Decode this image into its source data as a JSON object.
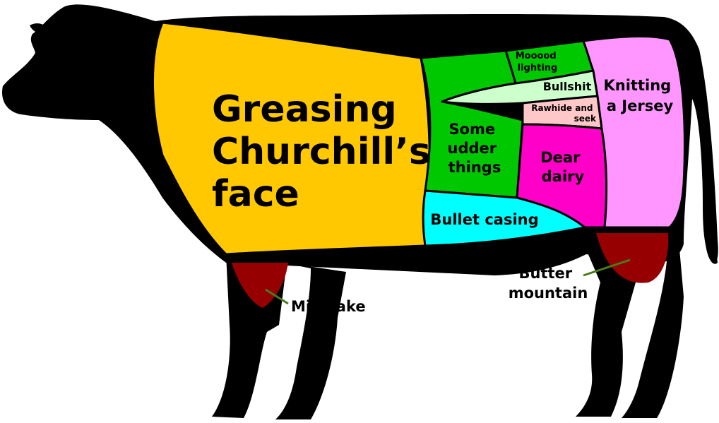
{
  "colors": {
    "silhouette": "#000000",
    "background": "#ffffff",
    "leader_line": "#4a7a1e"
  },
  "regions": {
    "greasing": {
      "lines": [
        "Greasing",
        "Churchill’s",
        "face"
      ],
      "color": "#ffc800"
    },
    "udder": {
      "lines": [
        "Some",
        "udder",
        "things"
      ],
      "color": "#00c800"
    },
    "moood": {
      "lines": [
        "Mooood",
        "lighting"
      ],
      "color": "#00c800"
    },
    "bullshit": {
      "lines": [
        "Bullshit"
      ],
      "color": "#ccffcc"
    },
    "rawhide": {
      "lines": [
        "Rawhide and",
        "seek"
      ],
      "color": "#ffc8c8"
    },
    "dairy": {
      "lines": [
        "Dear",
        "dairy"
      ],
      "color": "#ff00c8"
    },
    "jersey": {
      "lines": [
        "Knitting",
        "a Jersey"
      ],
      "color": "#ff96ff"
    },
    "bullet": {
      "lines": [
        "Bullet casing"
      ],
      "color": "#00ffff"
    },
    "milk": {
      "lines": [
        "Milk lake"
      ],
      "color": "#960000"
    },
    "butter": {
      "lines": [
        "Butter",
        "mountain"
      ],
      "color": "#960000"
    }
  }
}
